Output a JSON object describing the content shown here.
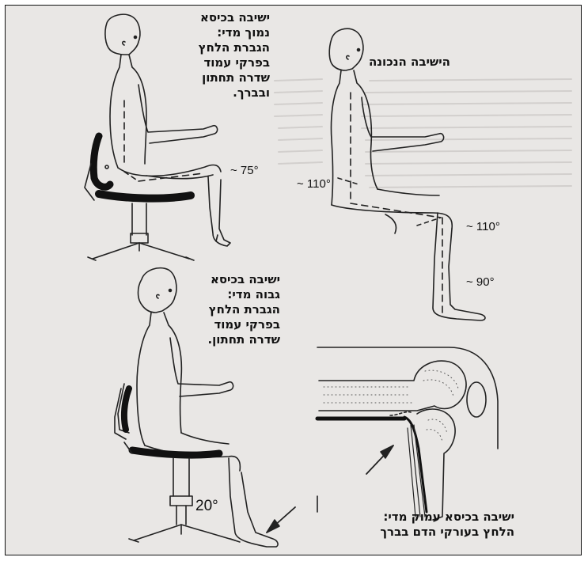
{
  "panels": {
    "low_chair": {
      "caption": [
        "ישיבה בכיסא",
        "נמוך מדי:",
        "הגברת הלחץ",
        "בפרקי עמוד",
        "שדרה תחתון",
        "ובברך."
      ],
      "angle_label": "~ 75°"
    },
    "correct": {
      "caption": [
        "הישיבה הנכונה"
      ],
      "angle_hip": "~ 110°",
      "angle_knee": "~ 110°",
      "angle_ankle": "~ 90°"
    },
    "high_chair": {
      "caption": [
        "ישיבה בכיסא",
        "גבוה מדי:",
        "הגברת הלחץ",
        "בפרקי עמוד",
        "שדרה תחתון."
      ],
      "angle_label": "20°"
    },
    "deep_chair": {
      "caption": [
        "ישיבה בכיסא עמוק מדי:",
        "הלחץ בעורקי הדם בברך"
      ]
    }
  },
  "colors": {
    "paper": "#e9e7e5",
    "ink": "#111111",
    "frame": "#111111"
  }
}
